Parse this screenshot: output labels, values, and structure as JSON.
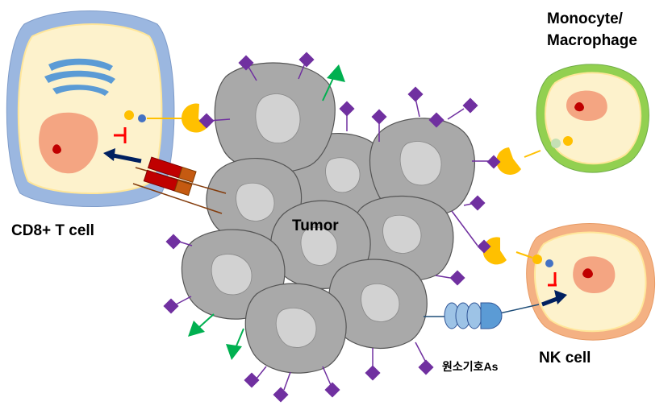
{
  "labels": {
    "t_cell": "CD8+  T cell",
    "macrophage_line1": "Monocyte/",
    "macrophage_line2": "Macrophage",
    "tumor": "Tumor",
    "nk_cell": "NK cell",
    "compound": "원소기호As"
  },
  "colors": {
    "tumor_cell": "#a9a9a9",
    "tumor_nucleus": "#d2d2d2",
    "antigen": "#7030a0",
    "receptor": "#ffc000",
    "green_arrow": "#00b050",
    "t_cell_membrane": "#9bb7e0",
    "macrophage_membrane": "#92d050",
    "nk_cell_membrane": "#f4b183",
    "cytoplasm": "#fdf2cc",
    "nucleus": "#f4a582",
    "inhibit": "#ff0000",
    "activate": "#002060",
    "antibody": "#c00000",
    "molecule": "#9dc3e6"
  }
}
